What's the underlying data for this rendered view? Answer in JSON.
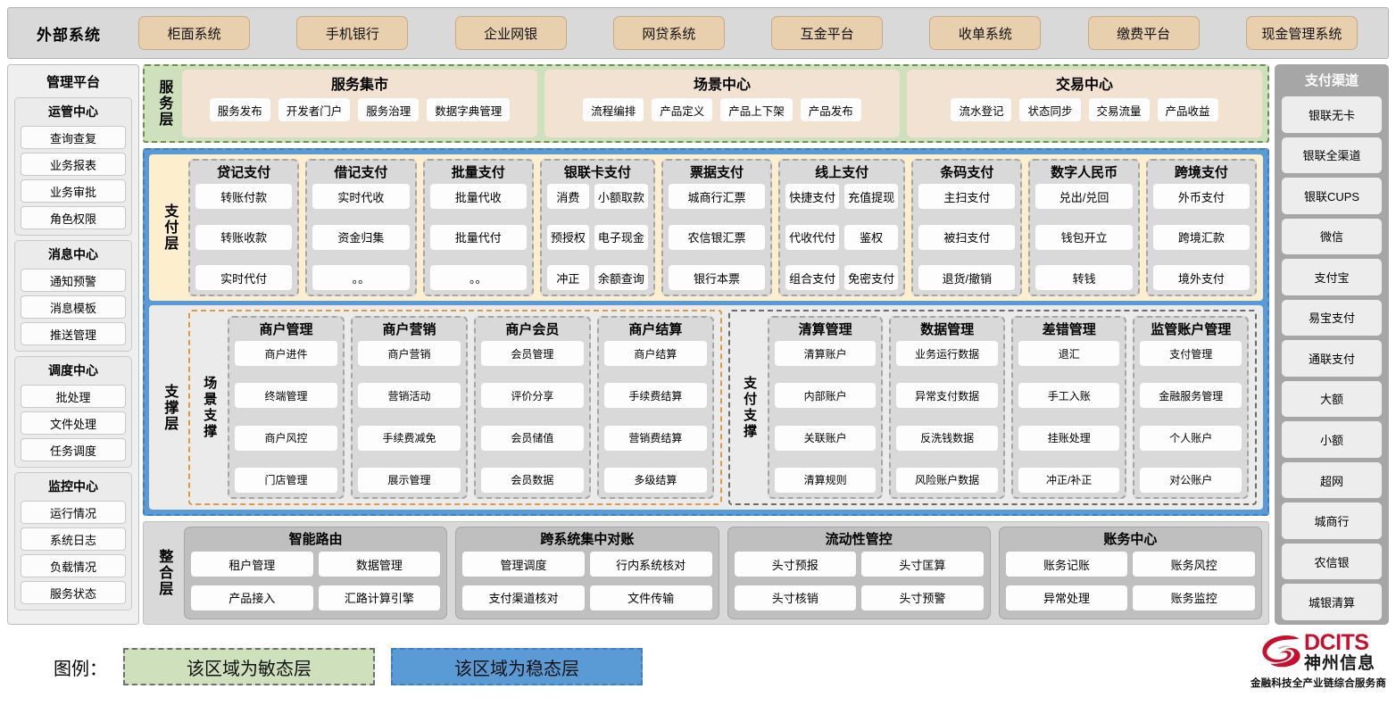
{
  "external": {
    "title": "外部系统",
    "items": [
      "柜面系统",
      "手机银行",
      "企业网银",
      "网贷系统",
      "互金平台",
      "收单系统",
      "缴费平台",
      "现金管理系统"
    ]
  },
  "management": {
    "title": "管理平台",
    "groups": [
      {
        "title": "运管中心",
        "items": [
          "查询查复",
          "业务报表",
          "业务审批",
          "角色权限"
        ]
      },
      {
        "title": "消息中心",
        "items": [
          "通知预警",
          "消息模板",
          "推送管理"
        ]
      },
      {
        "title": "调度中心",
        "items": [
          "批处理",
          "文件处理",
          "任务调度"
        ]
      },
      {
        "title": "监控中心",
        "items": [
          "运行情况",
          "系统日志",
          "负载情况",
          "服务状态"
        ]
      }
    ]
  },
  "service_layer": {
    "label": "服务层",
    "boxes": [
      {
        "title": "服务集市",
        "items": [
          "服务发布",
          "开发者门户",
          "服务治理",
          "数据字典管理"
        ]
      },
      {
        "title": "场景中心",
        "items": [
          "流程编排",
          "产品定义",
          "产品上下架",
          "产品发布"
        ]
      },
      {
        "title": "交易中心",
        "items": [
          "流水登记",
          "状态同步",
          "交易流量",
          "产品收益"
        ]
      }
    ]
  },
  "payment_layer": {
    "label": "支付层",
    "groups": [
      {
        "title": "贷记支付",
        "cols": [
          [
            "转账付款",
            "转账收款",
            "实时代付"
          ]
        ]
      },
      {
        "title": "借记支付",
        "cols": [
          [
            "实时代收",
            "资金归集",
            "。。"
          ]
        ]
      },
      {
        "title": "批量支付",
        "cols": [
          [
            "批量代收",
            "批量代付",
            "。。"
          ]
        ]
      },
      {
        "title": "银联卡支付",
        "cols": [
          [
            "消费",
            "预授权",
            "冲正"
          ],
          [
            "小额取款",
            "电子现金",
            "余额查询"
          ]
        ]
      },
      {
        "title": "票据支付",
        "cols": [
          [
            "城商行汇票",
            "农信银汇票",
            "银行本票"
          ]
        ]
      },
      {
        "title": "线上支付",
        "cols": [
          [
            "快捷支付",
            "代收代付",
            "组合支付"
          ],
          [
            "充值提现",
            "鉴权",
            "免密支付"
          ]
        ]
      },
      {
        "title": "条码支付",
        "cols": [
          [
            "主扫支付",
            "被扫支付",
            "退货/撤销"
          ]
        ]
      },
      {
        "title": "数字人民币",
        "cols": [
          [
            "兑出/兑回",
            "钱包开立",
            "转钱"
          ]
        ]
      },
      {
        "title": "跨境支付",
        "cols": [
          [
            "外币支付",
            "跨境汇款",
            "境外支付"
          ]
        ]
      }
    ]
  },
  "support_layer": {
    "label": "支撑层",
    "scene": {
      "label": "场景支撑",
      "groups": [
        {
          "title": "商户管理",
          "items": [
            "商户进件",
            "终端管理",
            "商户风控",
            "门店管理"
          ]
        },
        {
          "title": "商户营销",
          "items": [
            "商户营销",
            "营销活动",
            "手续费减免",
            "展示管理"
          ]
        },
        {
          "title": "商户会员",
          "items": [
            "会员管理",
            "评价分享",
            "会员储值",
            "会员数据"
          ]
        },
        {
          "title": "商户结算",
          "items": [
            "商户结算",
            "手续费结算",
            "营销费结算",
            "多级结算"
          ]
        }
      ]
    },
    "paysupport": {
      "label": "支付支撑",
      "groups": [
        {
          "title": "清算管理",
          "items": [
            "清算账户",
            "内部账户",
            "关联账户",
            "清算规则"
          ]
        },
        {
          "title": "数据管理",
          "items": [
            "业务运行数据",
            "异常支付数据",
            "反洗钱数据",
            "风险账户数据"
          ]
        },
        {
          "title": "差错管理",
          "items": [
            "退汇",
            "手工入账",
            "挂账处理",
            "冲正/补正"
          ]
        },
        {
          "title": "监管账户管理",
          "items": [
            "支付管理",
            "金融服务管理",
            "个人账户",
            "对公账户"
          ]
        }
      ]
    }
  },
  "integration_layer": {
    "label": "整合层",
    "boxes": [
      {
        "title": "智能路由",
        "items": [
          "租户管理",
          "数据管理",
          "产品接入",
          "汇路计算引擎"
        ]
      },
      {
        "title": "跨系统集中对账",
        "items": [
          "管理调度",
          "行内系统核对",
          "支付渠道核对",
          "文件传输"
        ]
      },
      {
        "title": "流动性管控",
        "items": [
          "头寸预报",
          "头寸匡算",
          "头寸核销",
          "头寸预警"
        ]
      },
      {
        "title": "账务中心",
        "items": [
          "账务记账",
          "账务风控",
          "异常处理",
          "账务监控"
        ]
      }
    ]
  },
  "channels": {
    "title": "支付渠道",
    "items": [
      "银联无卡",
      "银联全渠道",
      "银联CUPS",
      "微信",
      "支付宝",
      "易宝支付",
      "通联支付",
      "大额",
      "小额",
      "超网",
      "城商行",
      "农信银",
      "城银清算"
    ]
  },
  "legend": {
    "label": "图例：",
    "agile": "该区域为敏态层",
    "stable": "该区域为稳态层"
  },
  "logo": {
    "en": "DCITS",
    "cn": "神州信息",
    "tagline": "金融科技全产业链综合服务商",
    "brand_color": "#c8102e"
  }
}
